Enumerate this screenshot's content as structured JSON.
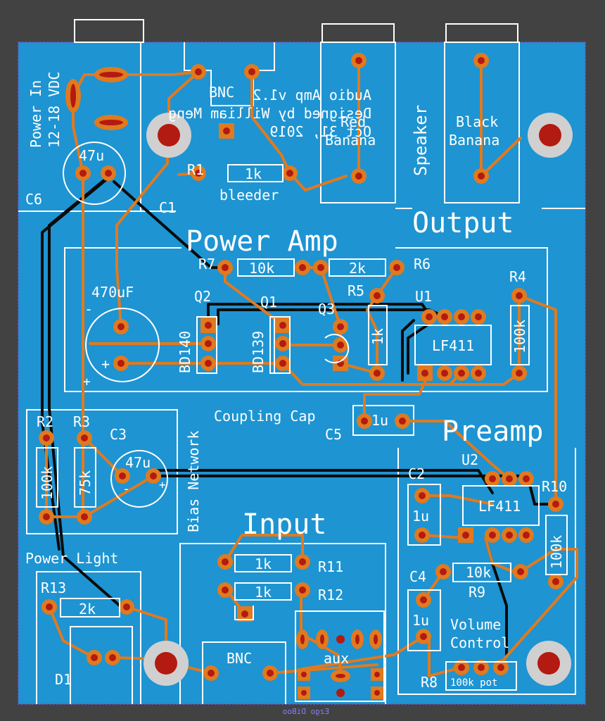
{
  "board": {
    "colors": {
      "background": "#424242",
      "copper": "#1e94d2",
      "trace": "#e07a1f",
      "bottom_trace": "#0b0b0b",
      "silk": "#ffffff",
      "drill": "#b31a12",
      "mount": "#d0d0d0",
      "outline": "#6a5acd"
    },
    "credits": {
      "line1": "Audio Amp v1.2",
      "line2": "Designed by William Meng",
      "line3": "Oct 31, 2019"
    },
    "bottom_note": "Ezgo DiBoo",
    "sections": {
      "power_in": "Power In\n12-18 VDC",
      "power_amp": "Power Amp",
      "output": "Output",
      "speaker": "Speaker",
      "preamp": "Preamp",
      "input": "Input",
      "bias_network": "Bias Network",
      "power_light": "Power Light",
      "coupling_cap": "Coupling Cap",
      "volume_control": "Volume\nControl"
    },
    "labels": {
      "bnc_top": "BNC",
      "bnc_bottom": "BNC",
      "aux": "aux",
      "red_banana": "Red\nBanana",
      "black_banana": "Black\nBanana",
      "c6": "C6",
      "c6_value": "47u",
      "c1": "C1",
      "r1": "R1",
      "r1_value": "1k",
      "bleeder": "bleeder",
      "r7": "R7",
      "r7_value": "10k",
      "r6": "R6",
      "r6_value": "2k",
      "r5": "R5",
      "r5_value": "1k",
      "r4": "R4",
      "r4_value": "100k",
      "u1": "U1",
      "u1_value": "LF411",
      "q1": "Q1",
      "q1_value": "BD139",
      "q2": "Q2",
      "q2_value": "BD140",
      "q3": "Q3",
      "c_big_value": "470uF",
      "c5": "C5",
      "c5_value": "1u",
      "r2": "R2",
      "r2_value": "100k",
      "r3": "R3",
      "r3_value": "75k",
      "c3": "C3",
      "c3_value": "47u",
      "u2": "U2",
      "u2_value": "LF411",
      "c2": "C2",
      "c2_value": "1u",
      "r10": "R10",
      "r10_value": "100k",
      "r11": "R11",
      "r11_value": "1k",
      "r12": "R12",
      "r12_value": "1k",
      "c4": "C4",
      "c4_value": "1u",
      "r9": "R9",
      "r9_value": "10k",
      "r8": "R8",
      "r8_value": "100k pot",
      "r13": "R13",
      "r13_value": "2k",
      "d1": "D1",
      "plus": "+",
      "minus": "-"
    }
  }
}
